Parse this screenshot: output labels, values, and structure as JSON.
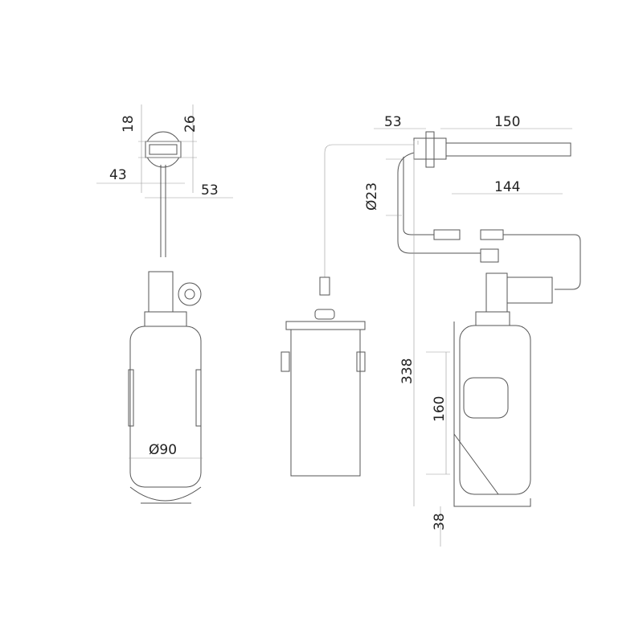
{
  "dimensions": {
    "top_view_height": "18",
    "top_view_height2": "26",
    "top_view_width": "43",
    "top_view_width2": "53",
    "bottle_diameter": "Ø90",
    "spout_offset": "53",
    "spout_length": "150",
    "spout_length2": "144",
    "hole_diameter": "Ø23",
    "total_height": "338",
    "bracket_spacing": "160",
    "bottom_offset": "38"
  }
}
